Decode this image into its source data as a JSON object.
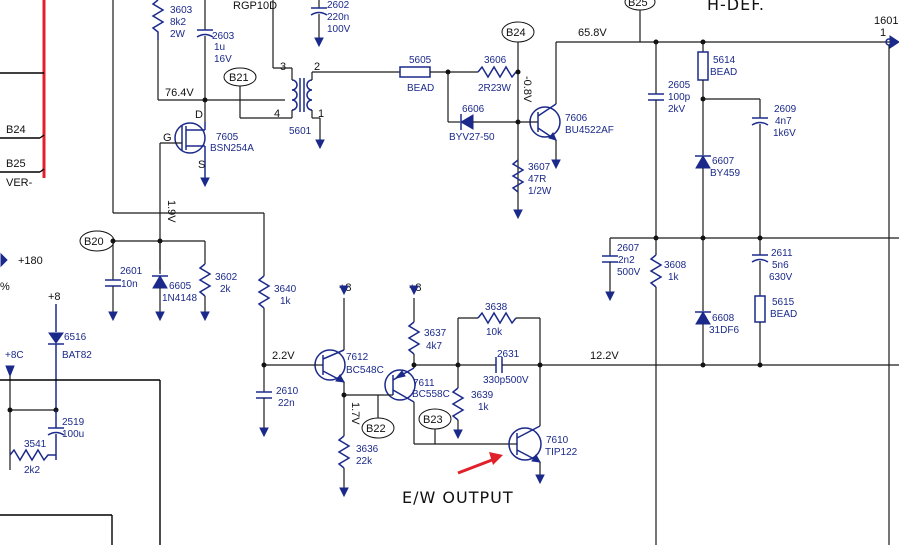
{
  "title": "H-DEF.",
  "caption": "E/W OUTPUT",
  "bubbles": {
    "b20": "B20",
    "b21": "B21",
    "b22": "B22",
    "b23": "B23",
    "b24": "B24",
    "b25": "B25"
  },
  "left_labels": {
    "b24": "B24",
    "b25": "B25",
    "ver": "VER-",
    "plus180": "+180",
    "pct": "%"
  },
  "voltages": {
    "v76": "76.4V",
    "v658": "65.8V",
    "v08": "-0.8V",
    "v19": "1.9V",
    "v22": "2.2V",
    "v17": "1.7V",
    "v122": "12.2V"
  },
  "rails": {
    "p8a": "+8",
    "p8b": "+8",
    "p8c": "+8",
    "p8d": "+8C"
  },
  "connector": {
    "ref": "1601",
    "pin": "1"
  },
  "transformer": {
    "ref": "5601",
    "p1": "1",
    "p2": "2",
    "p3": "3",
    "p4": "4",
    "top": "RGP10D"
  },
  "components": {
    "r3603": [
      "3603",
      "8k2",
      "2W"
    ],
    "c2603": [
      "2603",
      "1u",
      "16V"
    ],
    "c2602": [
      "2602",
      "220n",
      "100V"
    ],
    "l5605": [
      "5605",
      "BEAD"
    ],
    "r3606": [
      "3606",
      "2R2",
      "3W"
    ],
    "d6606": [
      "6606",
      "BYV27-50"
    ],
    "q7606": [
      "7606",
      "BU4522AF"
    ],
    "r3607": [
      "3607",
      "47R",
      "1/2W"
    ],
    "q7605": [
      "7605",
      "BSN254A"
    ],
    "c2605": [
      "2605",
      "100p",
      "2kV"
    ],
    "l5614": [
      "5614",
      "BEAD"
    ],
    "c2609": [
      "2609",
      "4n7",
      "1k6V"
    ],
    "d6607": [
      "6607",
      "BY459"
    ],
    "c2607": [
      "2607",
      "2n2",
      "500V"
    ],
    "r3608": [
      "3608",
      "1k"
    ],
    "c2611": [
      "2611",
      "5n6",
      "630V"
    ],
    "l5615": [
      "5615",
      "BEAD"
    ],
    "d6608": [
      "6608",
      "31DF6"
    ],
    "c2601": [
      "2601",
      "10n"
    ],
    "d6605": [
      "6605",
      "1N4148"
    ],
    "r3602": [
      "3602",
      "2k"
    ],
    "r3640": [
      "3640",
      "1k"
    ],
    "q7612": [
      "7612",
      "BC548C"
    ],
    "r3637": [
      "3637",
      "4k7"
    ],
    "r3638": [
      "3638",
      "10k"
    ],
    "c2631": [
      "2631",
      "330p500V"
    ],
    "q7611": [
      "7611",
      "BC558C"
    ],
    "r3639": [
      "3639",
      "1k"
    ],
    "c2610": [
      "2610",
      "22n"
    ],
    "r3636": [
      "3636",
      "22k"
    ],
    "q7610": [
      "7610",
      "TIP122"
    ],
    "d6516": [
      "6516",
      "BAT82"
    ],
    "c2519": [
      "2519",
      "100u"
    ],
    "r3541": [
      "3541",
      "2k2"
    ]
  },
  "pins": {
    "g": "G",
    "d": "D",
    "s": "S"
  }
}
